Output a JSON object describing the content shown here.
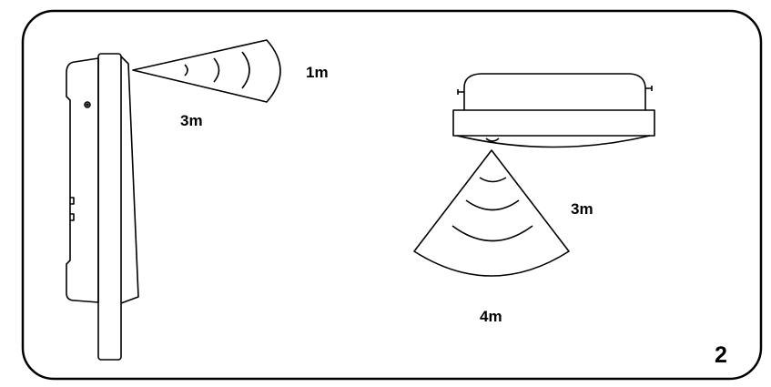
{
  "labels": {
    "wall_range": "1m",
    "wall_distance": "3m",
    "ceiling_range": "3m",
    "ceiling_width": "4m"
  },
  "figure_number": "2",
  "icons": [
    "wall-mounted-sensor-icon",
    "ceiling-mounted-sensor-icon",
    "detection-zone-icon"
  ],
  "colors": {
    "stroke": "#000000",
    "background": "#ffffff"
  }
}
